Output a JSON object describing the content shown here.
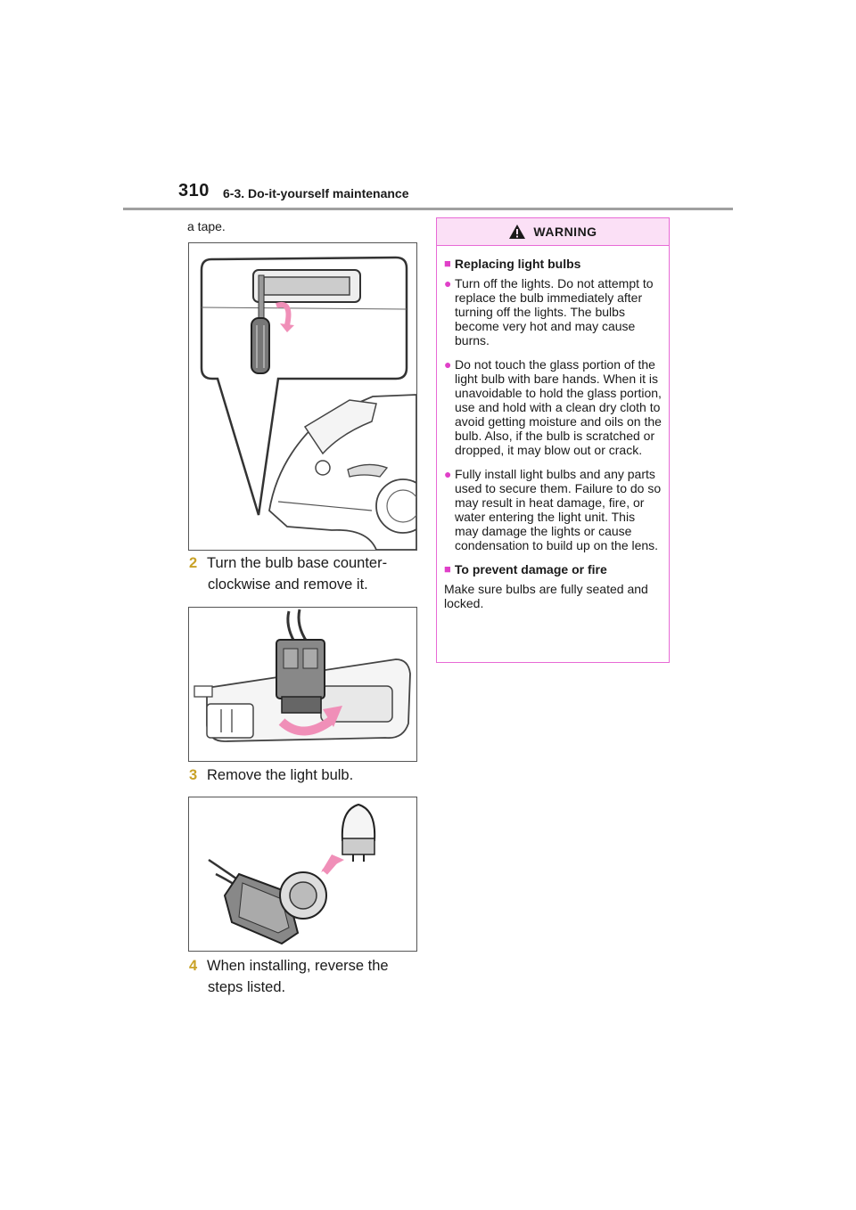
{
  "header": {
    "page_number": "310",
    "section_title": "6-3. Do-it-yourself maintenance"
  },
  "left_column": {
    "fragment": "a tape.",
    "steps": [
      {
        "num": "2",
        "line1": "Turn the bulb base counter-",
        "line2": "clockwise and remove it."
      },
      {
        "num": "3",
        "line1": "Remove the light bulb.",
        "line2": ""
      },
      {
        "num": "4",
        "line1": "When installing, reverse the",
        "line2": "steps listed."
      }
    ]
  },
  "warning": {
    "title": "WARNING",
    "sections": [
      {
        "heading": "Replacing light bulbs",
        "bullets": [
          "Turn off the lights. Do not attempt to replace the bulb immediately after turning off the lights. The bulbs become very hot and may cause burns.",
          "Do not touch the glass portion of the light bulb with bare hands. When it is unavoidable to hold the glass portion, use and hold with a clean dry cloth to avoid getting moisture and oils on the bulb. Also, if the bulb is scratched or dropped, it may blow out or crack.",
          "Fully install light bulbs and any parts used to secure them. Failure to do so may result in heat damage, fire, or water entering the light unit. This may damage the lights or cause condensation to build up on the lens."
        ]
      },
      {
        "heading": "To prevent damage or fire",
        "text": "Make sure bulbs are fully seated and locked."
      }
    ]
  },
  "colors": {
    "accent_pink": "#e040c8",
    "warning_header_bg": "#fbe0f6",
    "step_number": "#c9a227",
    "arrow_pink": "#f08fb8"
  }
}
